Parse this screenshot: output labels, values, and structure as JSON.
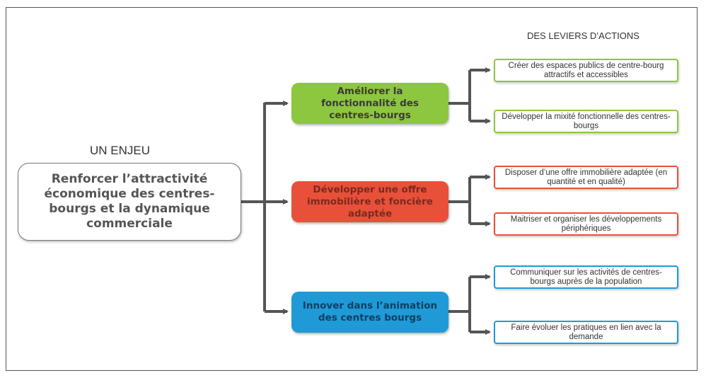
{
  "labels": {
    "enjeu": "UN ENJEU",
    "leviers": "DES LEVIERS D’ACTIONS"
  },
  "enjeu": {
    "text": "Renforcer l’attractivité économique des centres-bourgs et la dynamique commerciale"
  },
  "objectives": [
    {
      "text": "Améliorer la fonctionnalité des centres-bourgs",
      "color": "#8dc63f",
      "levers": [
        "Créer des espaces publics de centre-bourg attractifs et accessibles",
        "Développer la mixité fonctionnelle des centres-bourgs"
      ]
    },
    {
      "text": "Développer une offre immobilière et foncière adaptée",
      "color": "#e8503a",
      "levers": [
        "Disposer d’une offre immobilière adaptée (en quantité et en qualité)",
        "Maitriser et organiser les développements périphériques"
      ]
    },
    {
      "text": "Innover dans l’animation des centres bourgs",
      "color": "#1f9ad6",
      "levers": [
        "Communiquer sur les activités de centres-bourgs auprès de la population",
        "Faire évoluer les pratiques en lien avec la demande"
      ]
    }
  ]
}
